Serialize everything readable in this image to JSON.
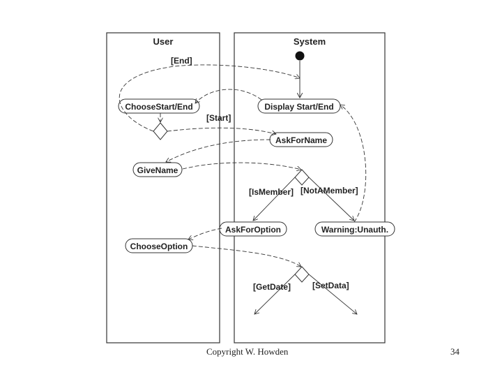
{
  "lanes": {
    "user": "User",
    "system": "System"
  },
  "nodes": {
    "display_start_end": "Display Start/End",
    "choose_start_end": "ChooseStart/End",
    "ask_for_name": "AskForName",
    "give_name": "GiveName",
    "ask_for_option": "AskForOption",
    "warning_unauth": "Warning:Unauth.",
    "choose_option": "ChooseOption"
  },
  "guards": {
    "end": "[End]",
    "start": "[Start]",
    "is_member": "[IsMember]",
    "not_a_member": "[NotAMember]",
    "get_date": "[GetDate]",
    "set_data": "[SetData]"
  },
  "footer": {
    "copyright": "Copyright W. Howden",
    "page_number": "34"
  }
}
